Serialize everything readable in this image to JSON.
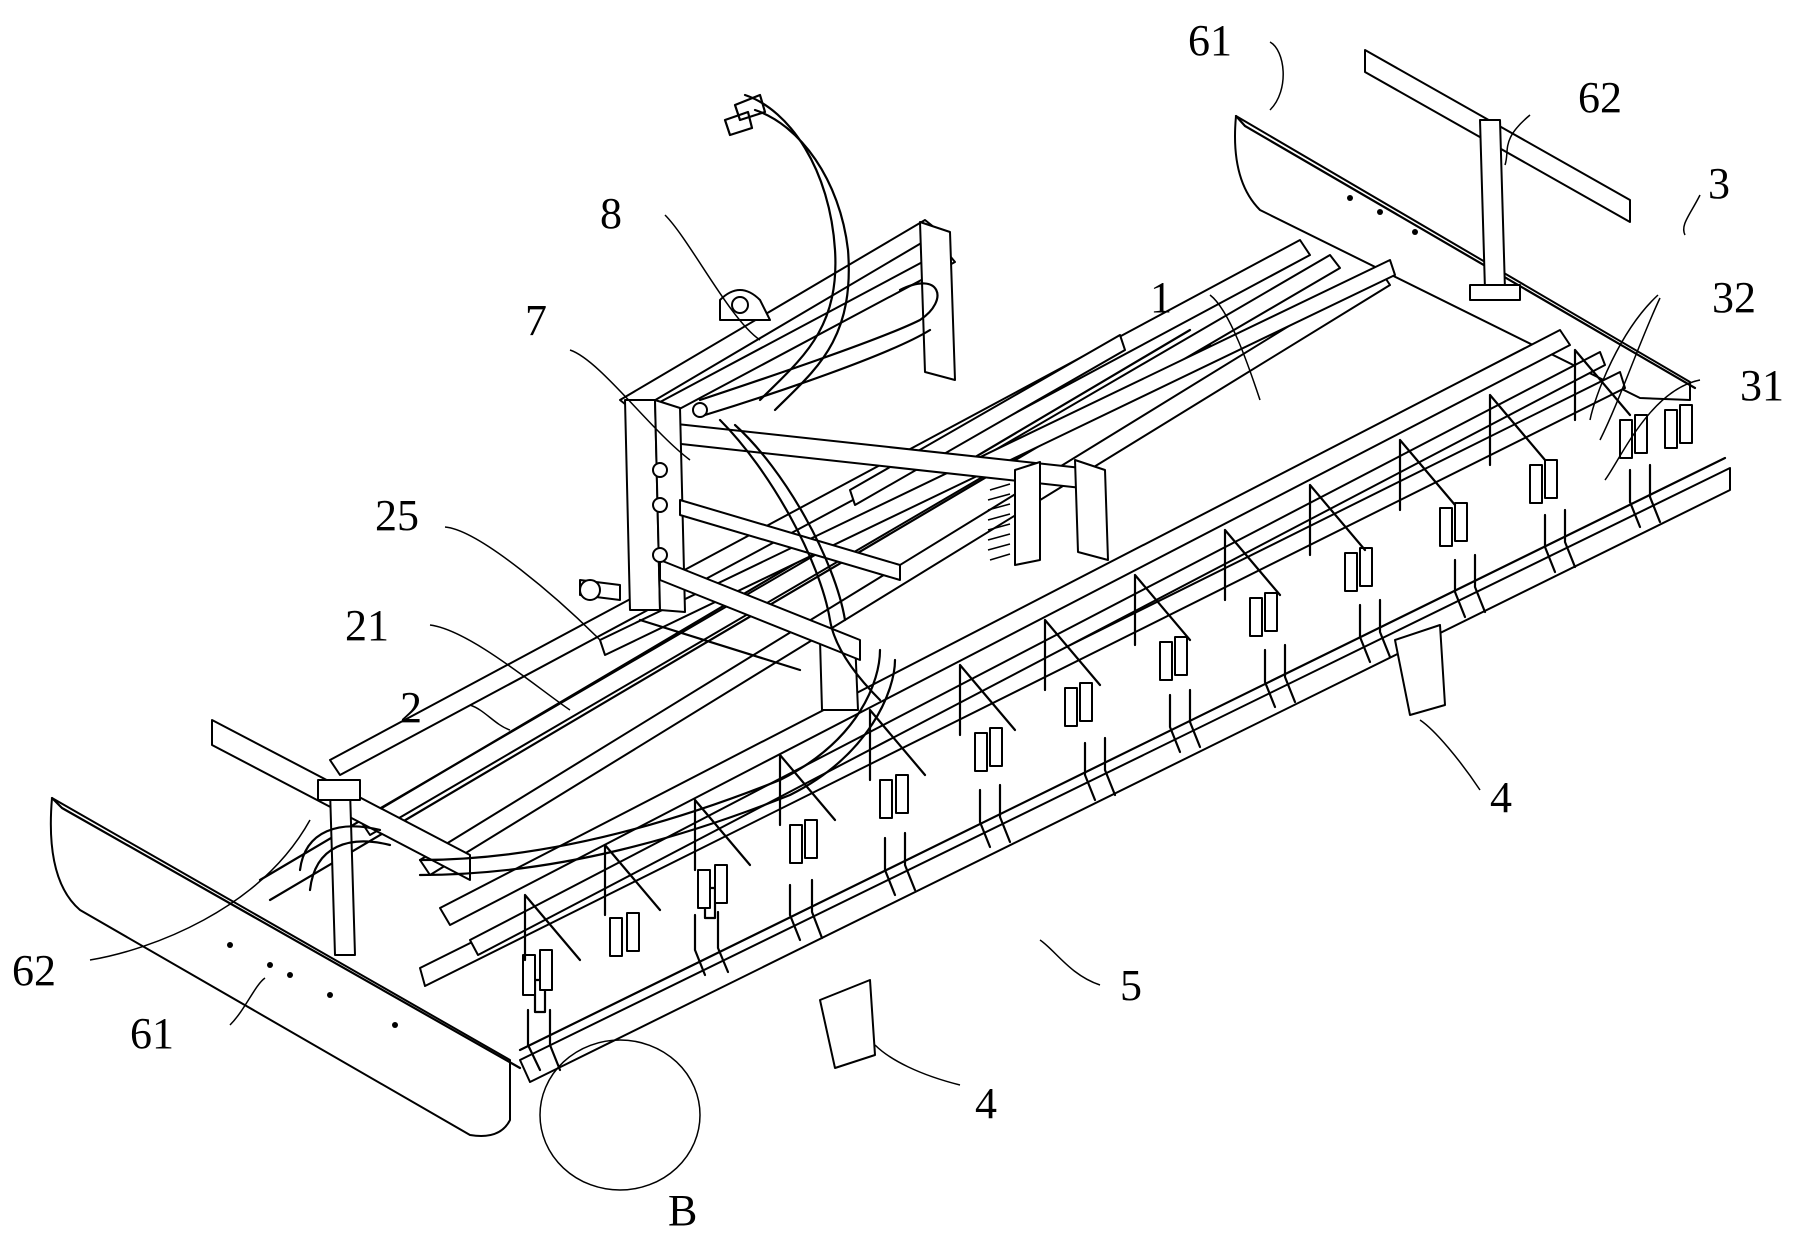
{
  "figure": {
    "labels": {
      "l61_top": "61",
      "l62_top": "62",
      "l3": "3",
      "l32": "32",
      "l31": "31",
      "l8": "8",
      "l1": "1",
      "l7": "7",
      "l25": "25",
      "l21": "21",
      "l2": "2",
      "l4_right": "4",
      "l62_left": "62",
      "l61_left": "61",
      "l5": "5",
      "l4_bottom": "4",
      "lB": "B"
    }
  }
}
